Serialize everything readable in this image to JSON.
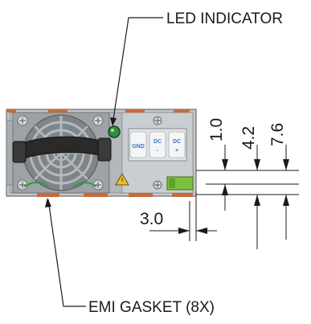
{
  "callouts": {
    "led": "LED INDICATOR",
    "emi": "EMI GASKET (8X)"
  },
  "terminals": {
    "gnd": "GND",
    "dc_minus_top": "DC",
    "dc_minus_bottom": "-",
    "dc_plus_top": "DC",
    "dc_plus_bottom": "+"
  },
  "dimensions": {
    "d1": "1.0",
    "d2": "4.2",
    "d3": "7.6",
    "d4": "3.0"
  },
  "colors": {
    "housing": "#b9bec3",
    "fan": "#8c9196",
    "handle": "#2a2a2a",
    "gasket": "#c86a3a",
    "led": "#2f8f3a",
    "latch": "#7cc23e",
    "terminal_text": "#3a78c9",
    "warning": "#f2c21b"
  }
}
